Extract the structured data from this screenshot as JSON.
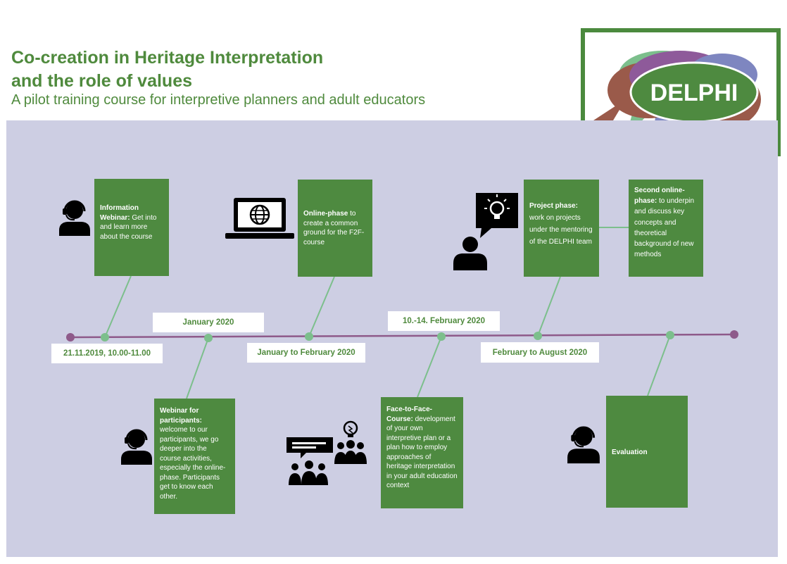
{
  "header": {
    "title_line1": "Co-creation in Heritage Interpretation",
    "title_line2": "and the role of values",
    "subtitle": "A pilot training course for interpretive planners and adult educators"
  },
  "logo": {
    "text": "DELPHI"
  },
  "colors": {
    "green": "#4e8a40",
    "timeline": "#8e5a8a",
    "connector": "#7cbf8c",
    "panel": "#cdcee3"
  },
  "steps": {
    "info_webinar": {
      "bold": "Information Webinar:",
      "text": " Get into  and learn more about the course"
    },
    "online_phase": {
      "bold": "Online-phase",
      "text": " to create a common ground for the F2F-course"
    },
    "project_phase": {
      "bold": "Project phase:",
      "text": " work on projects under the mentoring of the DELPHI team"
    },
    "second_online": {
      "bold": "Second online-phase:",
      "text": " to underpin and discuss key concepts and theoretical background of new methods"
    },
    "webinar_participants": {
      "bold": "Webinar for participants:",
      "text": " welcome to our participants, we go deeper into the course activities, especially the online-phase. Participants get to know each other."
    },
    "face_to_face": {
      "bold": "Face-to-Face-Course:",
      "text": " development of your own interpretive plan or a plan how to employ approaches of heritage interpretation in your adult education context"
    },
    "evaluation": {
      "bold": "Evaluation",
      "text": ""
    }
  },
  "dates": {
    "d1": "21.11.2019, 10.00-11.00",
    "d2": "January 2020",
    "d3": "January to February 2020",
    "d4": "10.-14. February 2020",
    "d5": "February to August 2020"
  },
  "icons": {
    "info_webinar": "headset-person-icon",
    "online_phase": "laptop-globe-icon",
    "project_phase": "person-idea-bubble-icon",
    "webinar_participants": "headset-person-icon",
    "face_to_face": "group-meeting-icon",
    "evaluation": "headset-person-icon"
  }
}
